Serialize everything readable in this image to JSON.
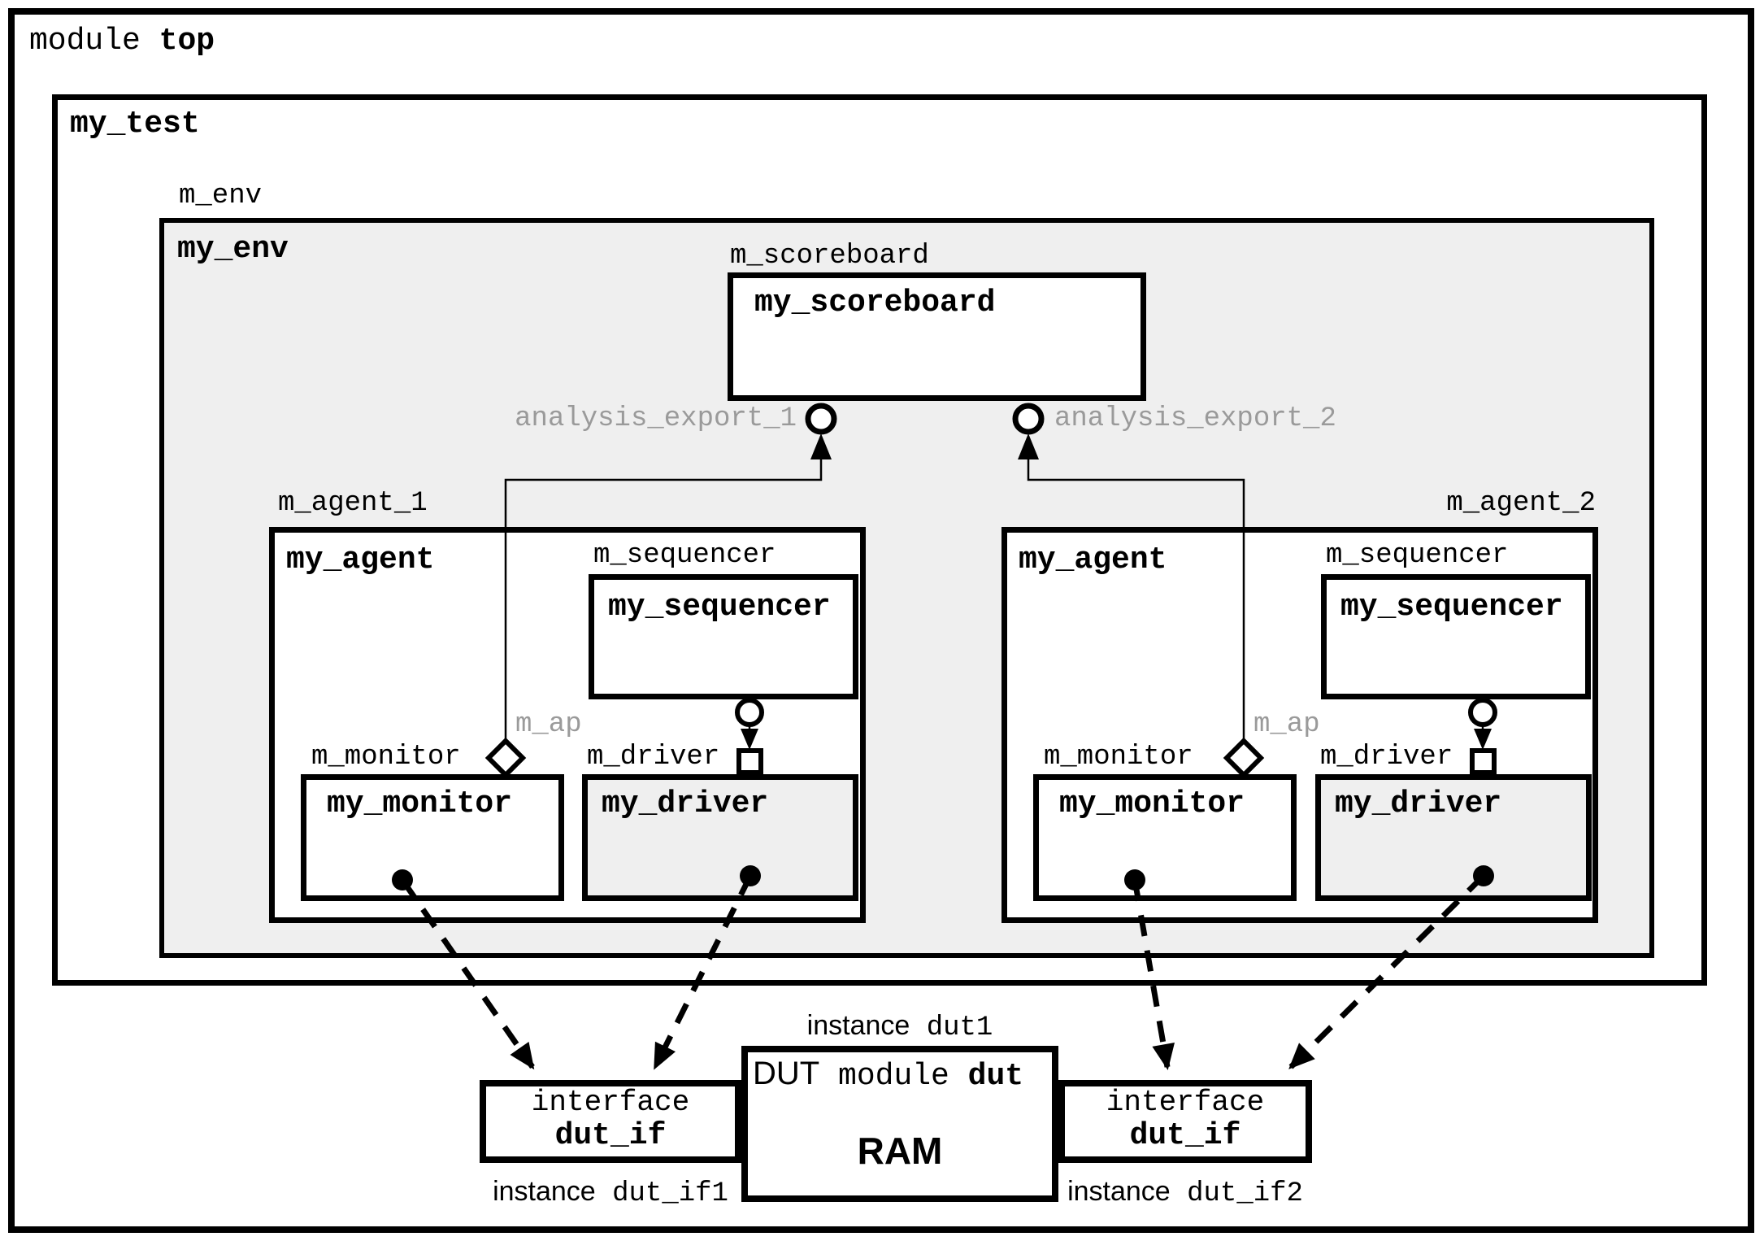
{
  "module_top": {
    "keyword": "module",
    "name": "top"
  },
  "test": {
    "class": "my_test"
  },
  "env": {
    "instance": "m_env",
    "class": "my_env"
  },
  "scoreboard": {
    "instance": "m_scoreboard",
    "class": "my_scoreboard",
    "export1": "analysis_export_1",
    "export2": "analysis_export_2"
  },
  "agent1": {
    "instance": "m_agent_1",
    "class": "my_agent",
    "ap": "m_ap",
    "sequencer": {
      "instance": "m_sequencer",
      "class": "my_sequencer"
    },
    "monitor": {
      "instance": "m_monitor",
      "class": "my_monitor"
    },
    "driver": {
      "instance": "m_driver",
      "class": "my_driver"
    }
  },
  "agent2": {
    "instance": "m_agent_2",
    "class": "my_agent",
    "ap": "m_ap",
    "sequencer": {
      "instance": "m_sequencer",
      "class": "my_sequencer"
    },
    "monitor": {
      "instance": "m_monitor",
      "class": "my_monitor"
    },
    "driver": {
      "instance": "m_driver",
      "class": "my_driver"
    }
  },
  "dut": {
    "caption_keyword": "instance",
    "caption_name": "dut1",
    "label": "DUT",
    "keyword": "module",
    "name": "dut",
    "content": "RAM"
  },
  "interface1": {
    "type": "interface",
    "name": "dut_if",
    "caption_keyword": "instance",
    "caption_name": "dut_if1"
  },
  "interface2": {
    "type": "interface",
    "name": "dut_if",
    "caption_keyword": "instance",
    "caption_name": "dut_if2"
  },
  "colors": {
    "env_fill": "#efefef",
    "driver_fill": "#efefef",
    "gray_text": "#9a9a9a",
    "line": "#000000"
  }
}
